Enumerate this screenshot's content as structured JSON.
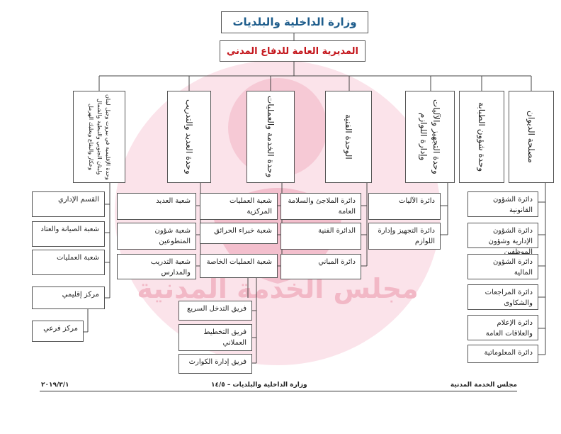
{
  "header": {
    "ministry": "وزارة الداخلية والبلديات",
    "directorate": "المديرية العامة للدفاع المدني"
  },
  "watermark": {
    "text": "مجلس الخدمة المدنية",
    "color": "#f2b8c6"
  },
  "units": [
    "مصلحة الديوان",
    "وحدة شؤون الطبابة",
    "وحدة التجهيز والآليات وإدارة اللوازم",
    "الوحدة الفنية",
    "وحدة الخدمة والعمليات",
    "وحدة العديد والتدريب",
    "وحدة الإقليمية في بيروت وجبل لبنان ولبنان الجنوبي والنبطية والشمال وعكار والبقاع وبعلبك الهرمل"
  ],
  "departments": {
    "diwan": [
      "دائرة الشؤون القانونية",
      "دائرة الشؤون الإدارية وشؤون الموظفين",
      "دائرة الشؤون المالية",
      "دائرة المراجعات والشكاوى",
      "دائرة الإعلام والعلاقات العامة",
      "دائرة المعلوماتية"
    ],
    "equipment": [
      "دائرة الآليات",
      "دائرة التجهيز وإدارة اللوازم"
    ],
    "technical": [
      "دائرة الملاجئ والسلامة العامة",
      "الدائرة الفنية",
      "دائرة المباني"
    ],
    "operations": [
      "شعبة العمليات المركزية",
      "شعبة خبراء الحرائق",
      "شعبة العمليات الخاصة"
    ],
    "special_teams": [
      "فريق التدخل السريع",
      "فريق التخطيط العملاني",
      "فريق إدارة الكوارث"
    ],
    "training": [
      "شعبة العديد",
      "شعبة شؤون المتطوعين",
      "شعبة التدريب والمدارس"
    ],
    "regional": [
      "القسم الإداري",
      "شعبة الصيانة والعتاد",
      "شعبة العمليات",
      "مركز إقليمي",
      "مركز فرعي"
    ]
  },
  "footer": {
    "right": "مجلس الخدمة المدنية",
    "center": "وزارة الداخلية والبلديات – ١٤/٥",
    "left": "٢٠١٩/٣/١"
  }
}
